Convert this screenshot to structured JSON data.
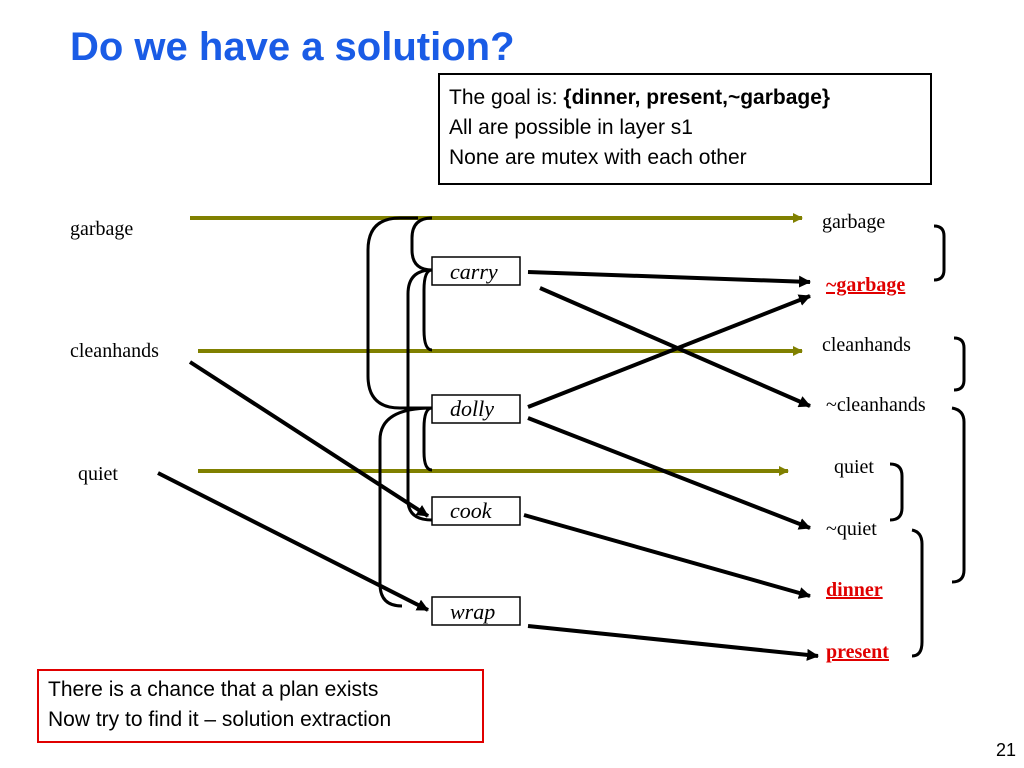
{
  "title": "Do we have a solution?",
  "goal_box": {
    "line1_prefix": "The goal is: ",
    "line1_goal": "{dinner, present,~garbage}",
    "line2": "All are possible in layer s1",
    "line3": "None are mutex with each other"
  },
  "left_props": [
    "garbage",
    "cleanhands",
    "quiet"
  ],
  "actions": [
    "carry",
    "dolly",
    "cook",
    "wrap"
  ],
  "right_props": {
    "garbage": "garbage",
    "not_garbage": "~garbage",
    "cleanhands": "cleanhands",
    "not_cleanhands": "~cleanhands",
    "quiet": "quiet",
    "not_quiet": "~quiet",
    "dinner": "dinner",
    "present": "present"
  },
  "note": {
    "line1": "There is a chance that a plan exists",
    "line2": "Now try to find it – solution extraction"
  },
  "page_number": "21",
  "colors": {
    "title": "#1a5ce6",
    "persistence_arrow": "#808000",
    "goal_highlight": "#e00000",
    "note_border": "#e00000"
  }
}
